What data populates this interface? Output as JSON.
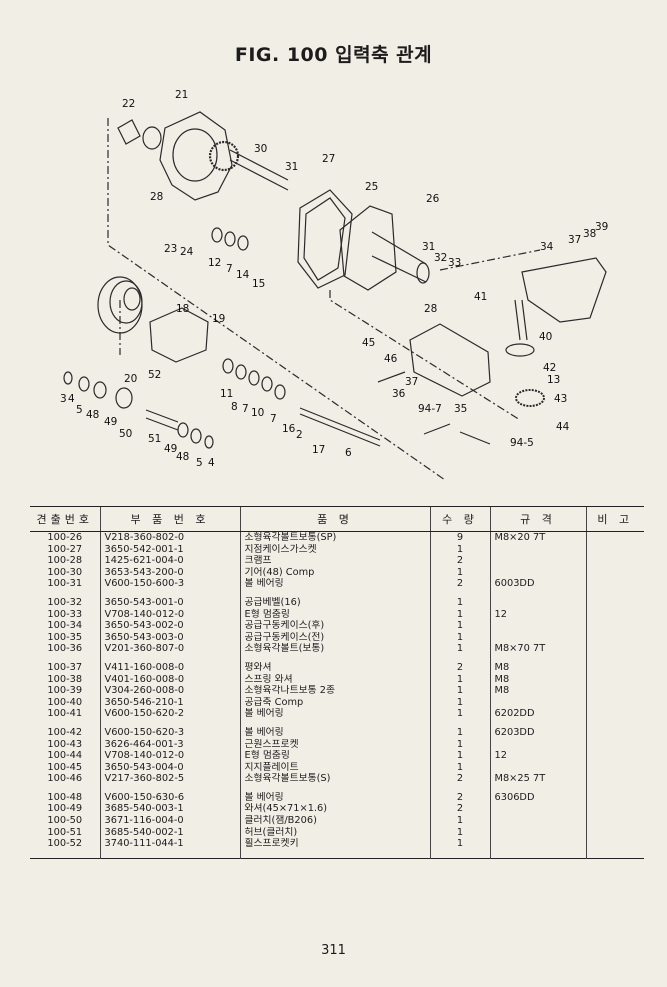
{
  "page": {
    "title": "FIG. 100 입력축 관계",
    "page_number": "311"
  },
  "diagram": {
    "callouts": [
      "22",
      "21",
      "30",
      "31",
      "27",
      "25",
      "26",
      "28",
      "23",
      "24",
      "12",
      "7",
      "14",
      "15",
      "31",
      "32",
      "33",
      "34",
      "37",
      "38",
      "39",
      "41",
      "28",
      "18",
      "19",
      "45",
      "46",
      "40",
      "42",
      "13",
      "20",
      "52",
      "3",
      "4",
      "5",
      "48",
      "49",
      "50",
      "11",
      "8",
      "7",
      "10",
      "7",
      "16",
      "2",
      "37",
      "36",
      "35",
      "43",
      "44",
      "94-7",
      "94-5",
      "51",
      "49",
      "48",
      "5",
      "4",
      "17",
      "6"
    ]
  },
  "table": {
    "headers": [
      "견출번호",
      "부 품 번 호",
      "품 명",
      "수 량",
      "규 격",
      "비 고"
    ],
    "groups": [
      [
        {
          "no": "100-26",
          "part": "V218-360-802-0",
          "name": "소형육각볼트보통(SP)",
          "qty": "9",
          "spec": "M8×20 7T",
          "note": ""
        },
        {
          "no": "100-27",
          "part": "3650-542-001-1",
          "name": "지점케이스가스켓",
          "qty": "1",
          "spec": "",
          "note": ""
        },
        {
          "no": "100-28",
          "part": "1425-621-004-0",
          "name": "크램프",
          "qty": "2",
          "spec": "",
          "note": ""
        },
        {
          "no": "100-30",
          "part": "3653-543-200-0",
          "name": "기어(48) Comp",
          "qty": "1",
          "spec": "",
          "note": ""
        },
        {
          "no": "100-31",
          "part": "V600-150-600-3",
          "name": "볼 베어링",
          "qty": "2",
          "spec": "6003DD",
          "note": ""
        }
      ],
      [
        {
          "no": "100-32",
          "part": "3650-543-001-0",
          "name": "공급베벨(16)",
          "qty": "1",
          "spec": "",
          "note": ""
        },
        {
          "no": "100-33",
          "part": "V708-140-012-0",
          "name": "E형 멈춤링",
          "qty": "1",
          "spec": "12",
          "note": ""
        },
        {
          "no": "100-34",
          "part": "3650-543-002-0",
          "name": "공급구동케이스(후)",
          "qty": "1",
          "spec": "",
          "note": ""
        },
        {
          "no": "100-35",
          "part": "3650-543-003-0",
          "name": "공급구동케이스(전)",
          "qty": "1",
          "spec": "",
          "note": ""
        },
        {
          "no": "100-36",
          "part": "V201-360-807-0",
          "name": "소형육각볼트(보통)",
          "qty": "1",
          "spec": "M8×70 7T",
          "note": ""
        }
      ],
      [
        {
          "no": "100-37",
          "part": "V411-160-008-0",
          "name": "평와셔",
          "qty": "2",
          "spec": "M8",
          "note": ""
        },
        {
          "no": "100-38",
          "part": "V401-160-008-0",
          "name": "스프링 와셔",
          "qty": "1",
          "spec": "M8",
          "note": ""
        },
        {
          "no": "100-39",
          "part": "V304-260-008-0",
          "name": "소형육각나트보통 2종",
          "qty": "1",
          "spec": "M8",
          "note": ""
        },
        {
          "no": "100-40",
          "part": "3650-546-210-1",
          "name": "공급축 Comp",
          "qty": "1",
          "spec": "",
          "note": ""
        },
        {
          "no": "100-41",
          "part": "V600-150-620-2",
          "name": "볼 베어링",
          "qty": "1",
          "spec": "6202DD",
          "note": ""
        }
      ],
      [
        {
          "no": "100-42",
          "part": "V600-150-620-3",
          "name": "볼 베어링",
          "qty": "1",
          "spec": "6203DD",
          "note": ""
        },
        {
          "no": "100-43",
          "part": "3626-464-001-3",
          "name": "근원스프로켓",
          "qty": "1",
          "spec": "",
          "note": ""
        },
        {
          "no": "100-44",
          "part": "V708-140-012-0",
          "name": "E형 멈춤링",
          "qty": "1",
          "spec": "12",
          "note": ""
        },
        {
          "no": "100-45",
          "part": "3650-543-004-0",
          "name": "지지플레이트",
          "qty": "1",
          "spec": "",
          "note": ""
        },
        {
          "no": "100-46",
          "part": "V217-360-802-5",
          "name": "소형육각볼트보통(S)",
          "qty": "2",
          "spec": "M8×25 7T",
          "note": ""
        }
      ],
      [
        {
          "no": "100-48",
          "part": "V600-150-630-6",
          "name": "볼 베어링",
          "qty": "2",
          "spec": "6306DD",
          "note": ""
        },
        {
          "no": "100-49",
          "part": "3685-540-003-1",
          "name": "와셔(45×71×1.6)",
          "qty": "2",
          "spec": "",
          "note": ""
        },
        {
          "no": "100-50",
          "part": "3671-116-004-0",
          "name": "클러치(잼/B206)",
          "qty": "1",
          "spec": "",
          "note": ""
        },
        {
          "no": "100-51",
          "part": "3685-540-002-1",
          "name": "허브(클러치)",
          "qty": "1",
          "spec": "",
          "note": ""
        },
        {
          "no": "100-52",
          "part": "3740-111-044-1",
          "name": "휠스프로켓키",
          "qty": "1",
          "spec": "",
          "note": ""
        }
      ]
    ]
  }
}
